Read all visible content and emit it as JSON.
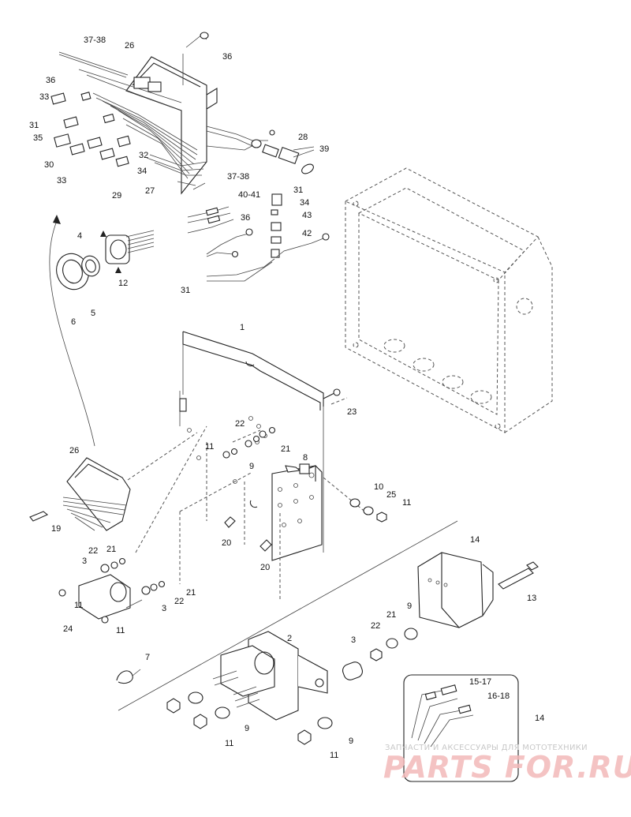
{
  "labels": {
    "l_37_38_top": "37-38",
    "l_26_top": "26",
    "l_36_top_right": "36",
    "l_36_top_left": "36",
    "l_33_a": "33",
    "l_31_a": "31",
    "l_35": "35",
    "l_32": "32",
    "l_30": "30",
    "l_34_a": "34",
    "l_33_b": "33",
    "l_27": "27",
    "l_29": "29",
    "l_28": "28",
    "l_39": "39",
    "l_37_38_mid": "37-38",
    "l_40_41": "40-41",
    "l_31_b": "31",
    "l_34_b": "34",
    "l_43": "43",
    "l_36_mid": "36",
    "l_42": "42",
    "l_31_c": "31",
    "l_4": "4",
    "l_12": "12",
    "l_6": "6",
    "l_5": "5",
    "l_1": "1",
    "l_23": "23",
    "l_22_a": "22",
    "l_21_a": "21",
    "l_11_a": "11",
    "l_9_a": "9",
    "l_8": "8",
    "l_10": "10",
    "l_25": "25",
    "l_11_b": "11",
    "l_26_mid": "26",
    "l_19": "19",
    "l_20_a": "20",
    "l_20_b": "20",
    "l_22_b": "22",
    "l_21_b": "21",
    "l_3_a": "3",
    "l_21_c": "21",
    "l_22_c": "22",
    "l_3_b": "3",
    "l_11_c": "11",
    "l_24": "24",
    "l_11_d": "11",
    "l_14_a": "14",
    "l_13": "13",
    "l_21_d": "21",
    "l_9_b": "9",
    "l_22_d": "22",
    "l_3_c": "3",
    "l_2": "2",
    "l_7": "7",
    "l_11_e": "11",
    "l_9_c": "9",
    "l_9_d": "9",
    "l_11_f": "11",
    "l_15_17": "15-17",
    "l_16_18": "16-18",
    "l_14_b": "14"
  },
  "watermark": {
    "line1": "ЗАПЧАСТИ И АКСЕССУАРЫ ДЛЯ МОТОТЕХНИКИ",
    "line2": "PARTS FOR.RU"
  }
}
